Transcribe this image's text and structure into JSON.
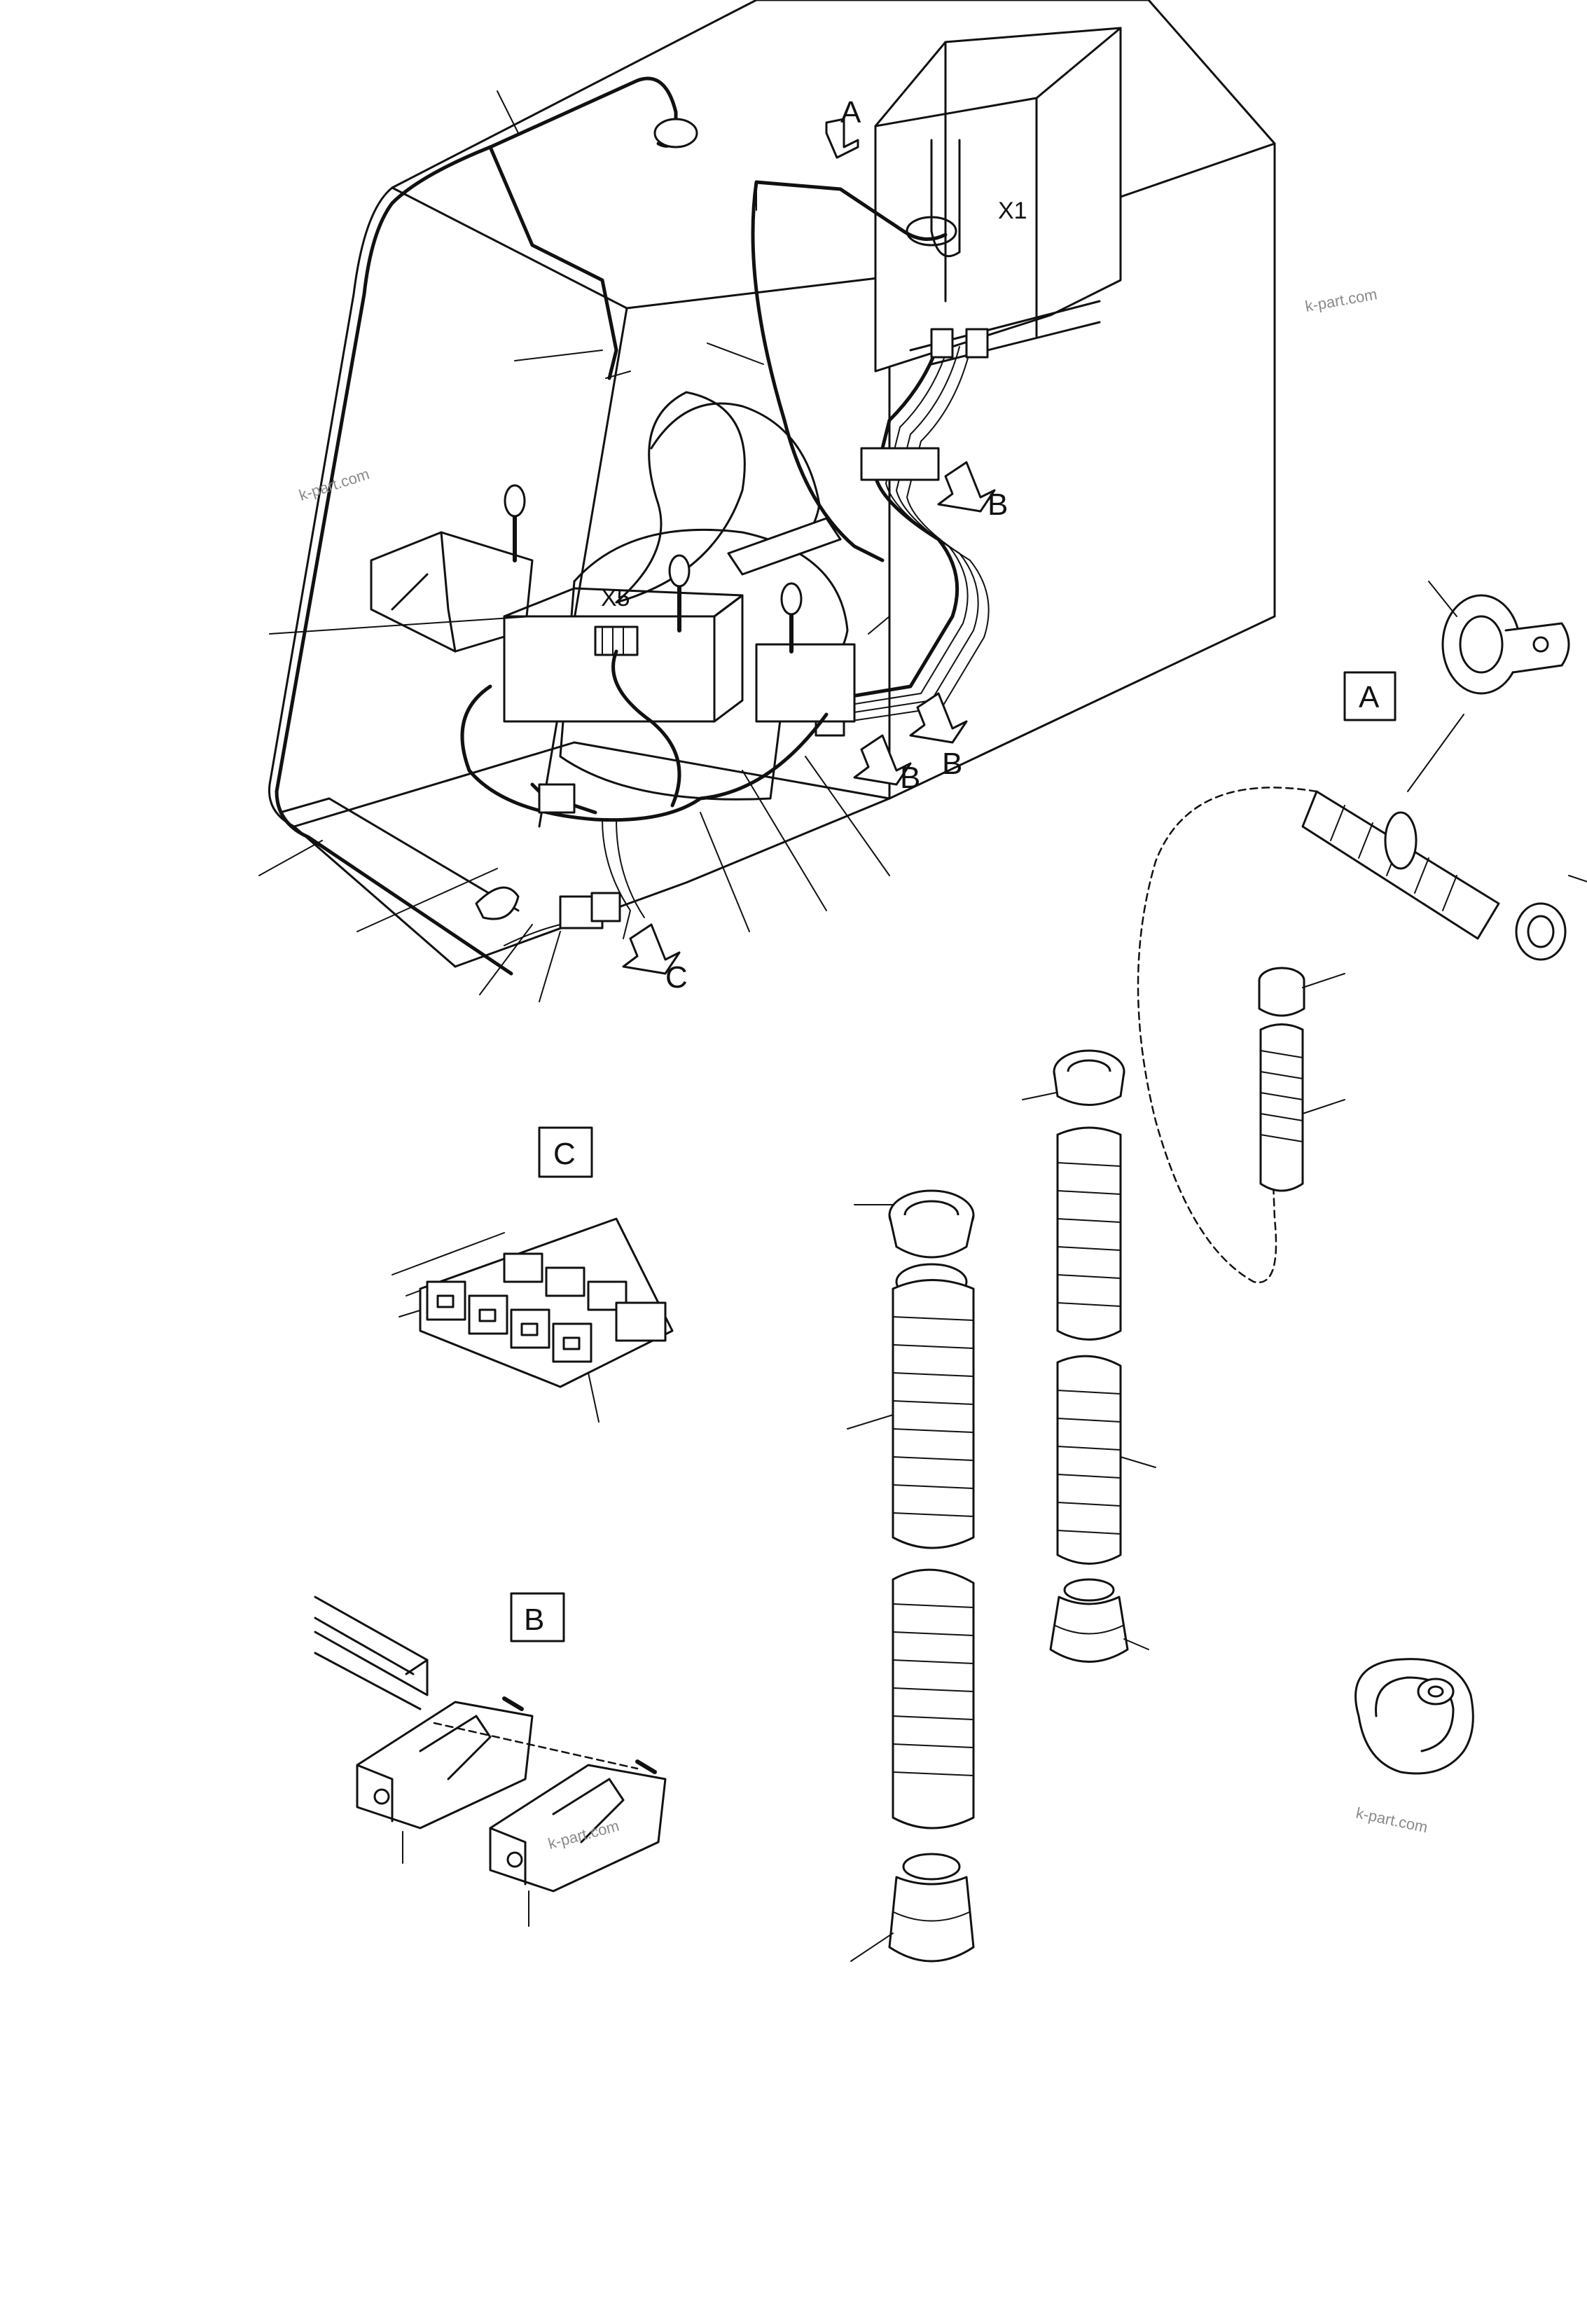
{
  "labels": {
    "a_arrow": "A",
    "x1": "X1",
    "b_arrow_top": "B",
    "x5": "X5",
    "b_arrow_mid1": "B",
    "b_arrow_mid2": "B",
    "c_arrow": "C",
    "detail_a": "A",
    "detail_c": "C",
    "detail_b": "B"
  },
  "watermarks": {
    "wm1": "k-part.com",
    "wm2": "k-part.com",
    "wm3": "k-part.com",
    "wm4": "k-part.com"
  }
}
